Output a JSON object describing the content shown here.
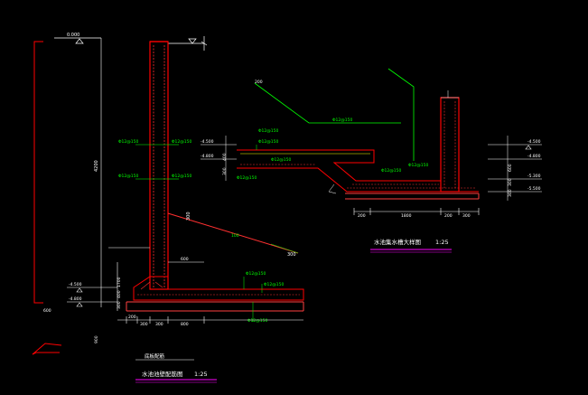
{
  "colors": {
    "background": "#000000",
    "wall": "#ff0000",
    "concrete": "#ff4040",
    "rebar": "#00ff00",
    "dimension": "#ffffff",
    "title_underline": "#ff00ff",
    "note": "#ffffff"
  },
  "left_section": {
    "top_level": "0.000",
    "height_dim": "4200",
    "level_mid_1": "-4.500",
    "level_mid_2": "-4.800",
    "rebar_labels": [
      "Φ12@150",
      "Φ12@150",
      "Φ12@150",
      "Φ12@150",
      "Φ12@150",
      "Φ12@150",
      "Φ12@150"
    ],
    "base_dims": [
      "200",
      "300",
      "300",
      "800"
    ],
    "side_dims": [
      "1700",
      "400",
      "300"
    ],
    "side_dim_600": "600",
    "left_dim": "600",
    "angle_note": "300",
    "slope_note": "100",
    "slope_dim": "300",
    "title": "水池池壁配筋图",
    "scale": "1:25",
    "subnote": "底板配筋",
    "bottom_label": "900"
  },
  "right_section": {
    "title": "水池集水槽大样图",
    "scale": "1:25",
    "level_labels": [
      "-4.500",
      "-4.800",
      "-5.300",
      "-5.500"
    ],
    "bottom_dims": [
      "200",
      "1800",
      "200",
      "300"
    ],
    "rebar_labels": [
      "Φ12@150",
      "Φ12@150",
      "Φ12@150",
      "Φ12@150",
      "Φ12@150",
      "Φ12@150",
      "Φ12@150"
    ],
    "left_levels": [
      "-4.500",
      "-4.800"
    ],
    "side_dims": [
      "400",
      "300"
    ],
    "top_label": "200",
    "right_dims": [
      "600",
      "300",
      "300"
    ],
    "slope_note": "200"
  }
}
